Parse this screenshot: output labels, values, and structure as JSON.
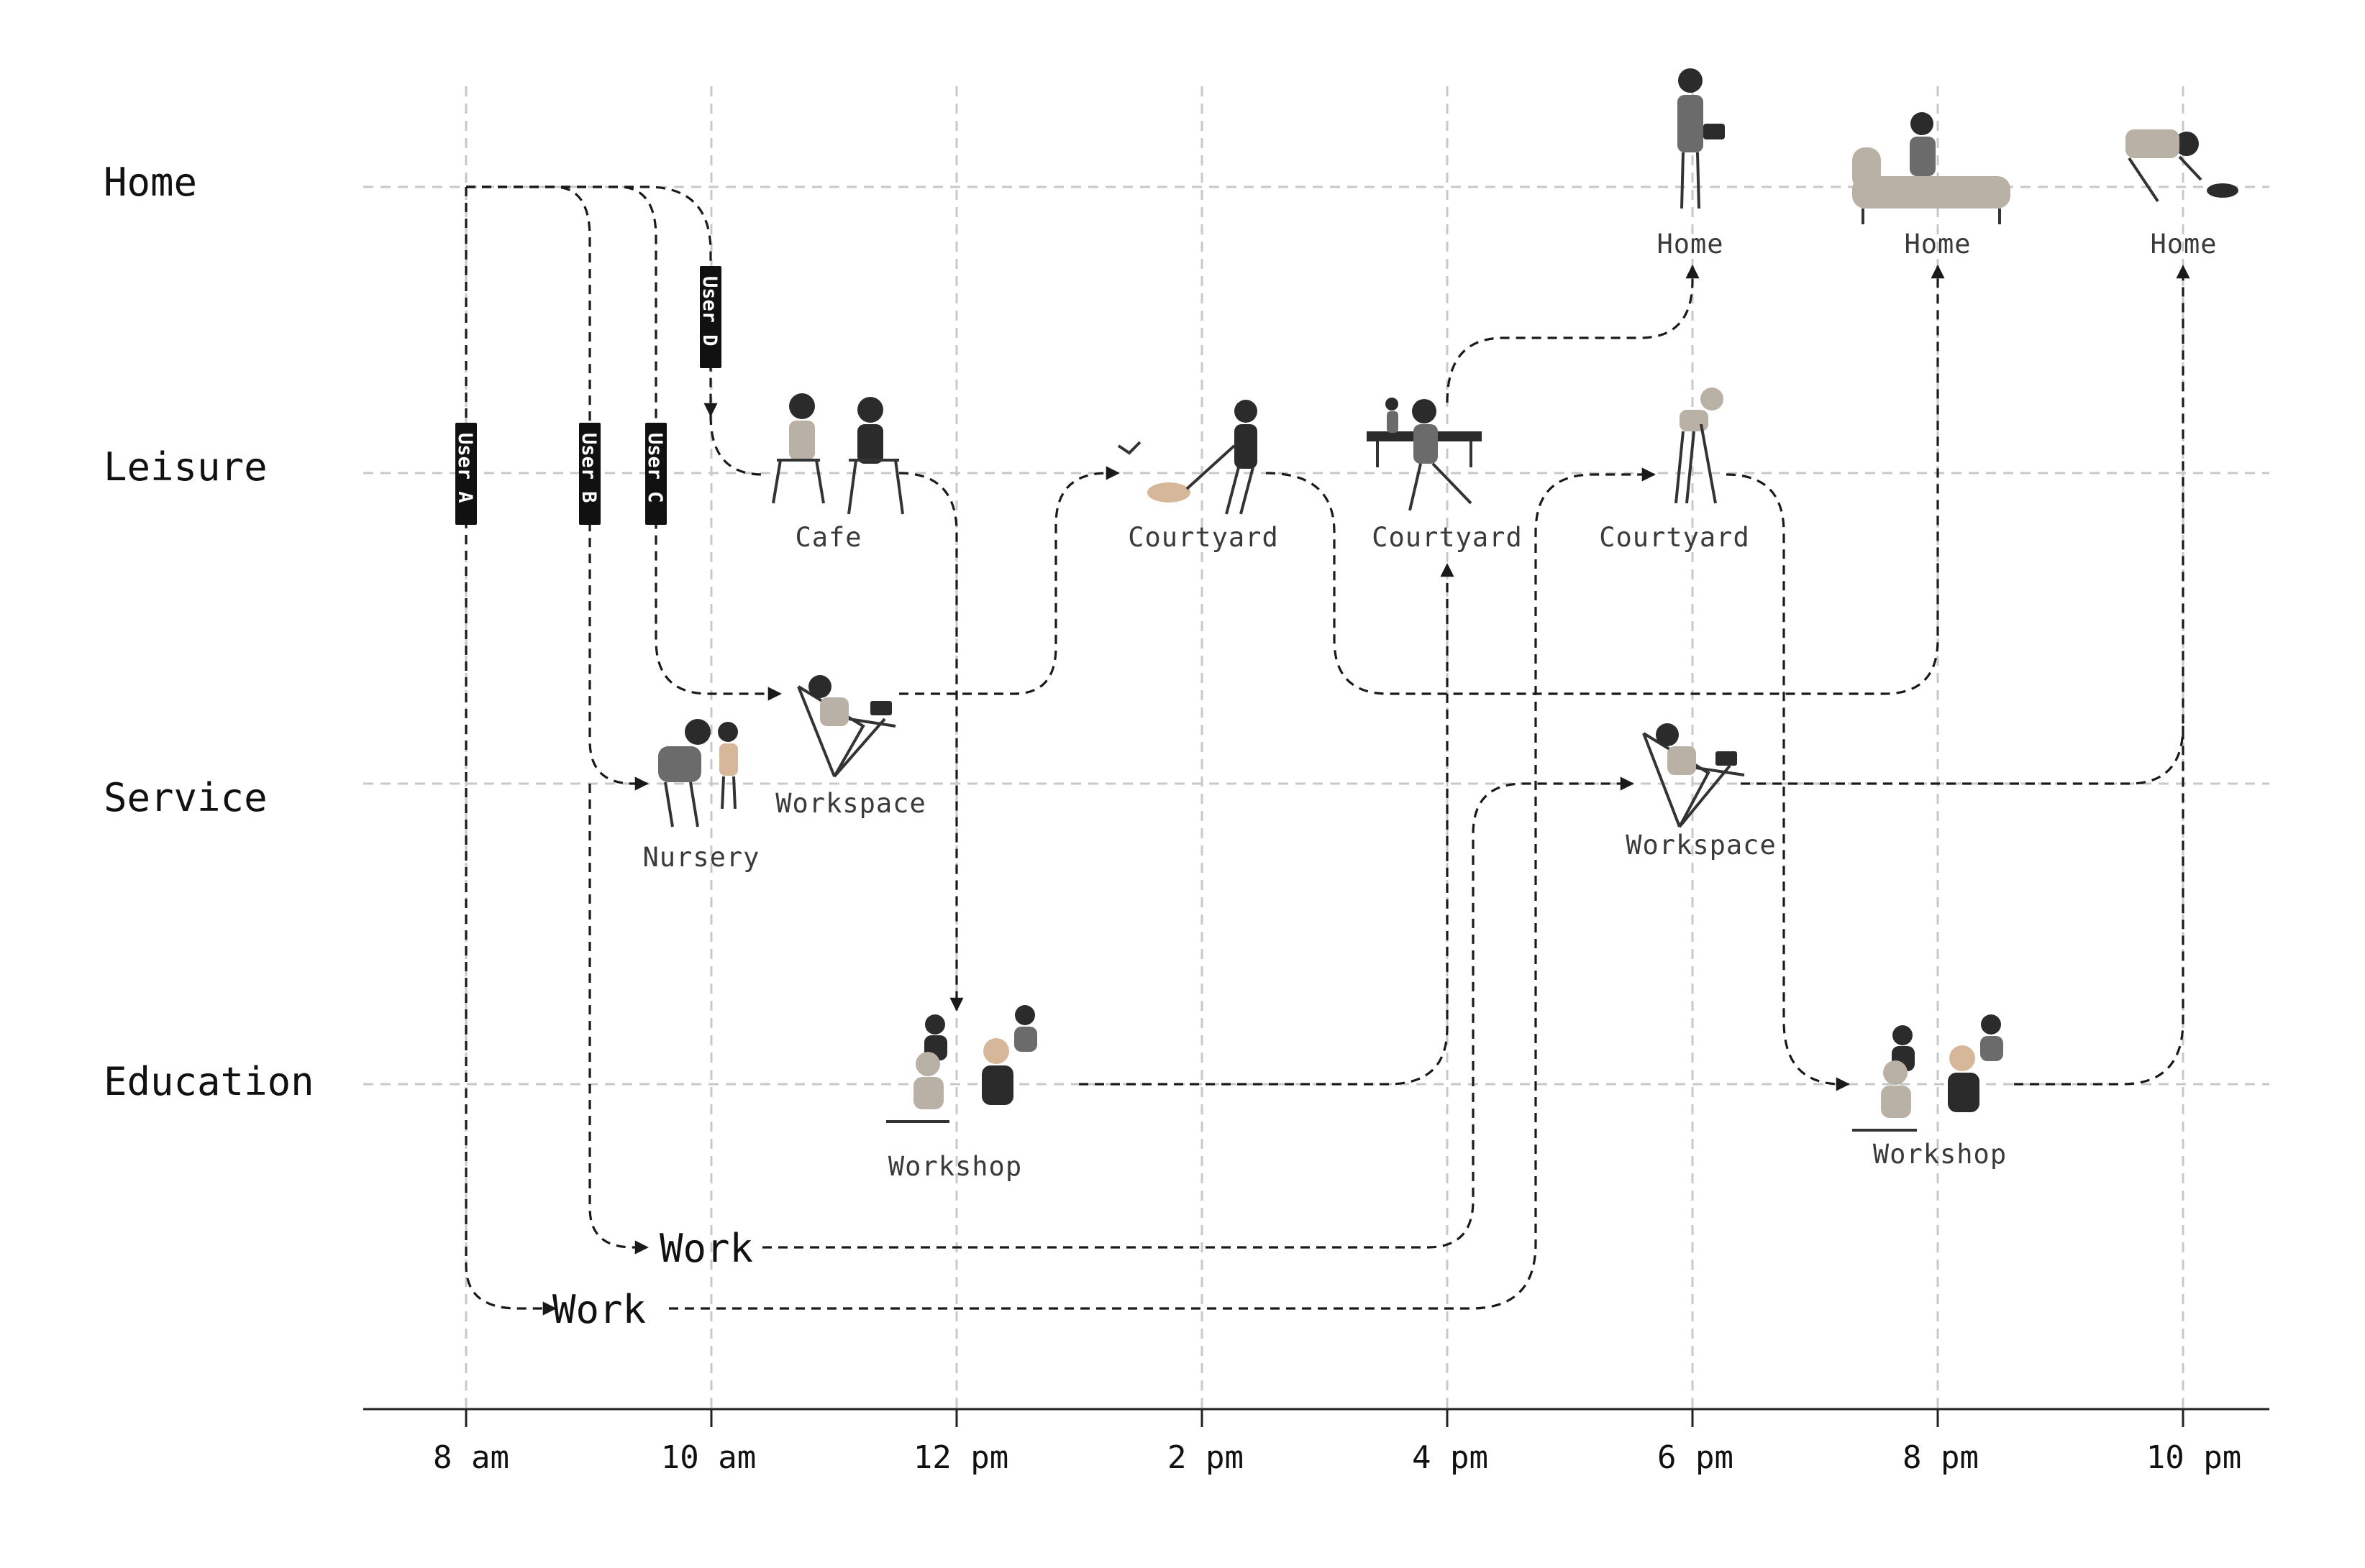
{
  "categories": [
    {
      "id": "home",
      "label": "Home"
    },
    {
      "id": "leisure",
      "label": "Leisure"
    },
    {
      "id": "service",
      "label": "Service"
    },
    {
      "id": "education",
      "label": "Education"
    }
  ],
  "times": [
    "8 am",
    "10 am",
    "12 pm",
    "2 pm",
    "4 pm",
    "6 pm",
    "8 pm",
    "10 pm"
  ],
  "users": [
    "User A",
    "User B",
    "User C",
    "User D"
  ],
  "places": {
    "cafe": "Cafe",
    "courtyard_1": "Courtyard",
    "courtyard_2": "Courtyard",
    "courtyard_3": "Courtyard",
    "home_1": "Home",
    "home_2": "Home",
    "home_3": "Home",
    "nursery": "Nursery",
    "workspace_1": "Workspace",
    "workspace_2": "Workspace",
    "workshop_1": "Workshop",
    "workshop_2": "Workshop",
    "work_1": "Work",
    "work_2": "Work"
  }
}
